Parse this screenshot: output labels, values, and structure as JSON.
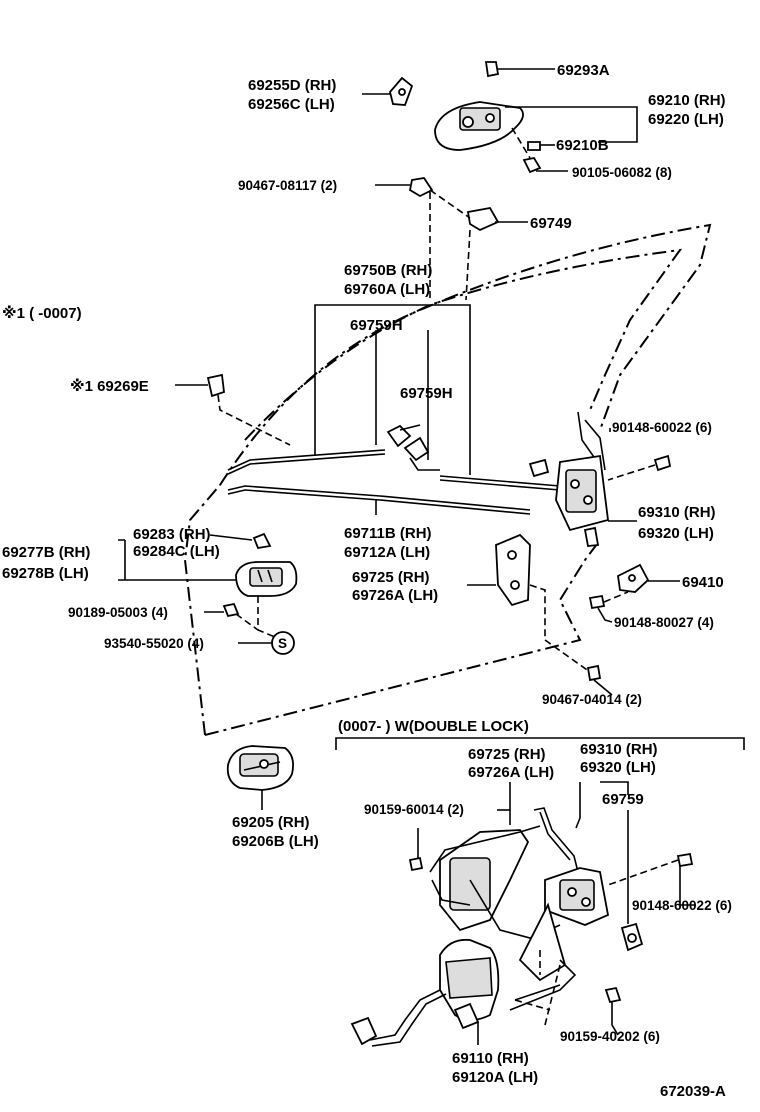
{
  "labels": {
    "p69293a": "69293A",
    "p69255d": "69255D (RH)",
    "p69256c": "69256C (LH)",
    "p69210": "69210 (RH)",
    "p69220": "69220 (LH)",
    "p69210b": "69210B",
    "p90105": "90105-06082 (8)",
    "p90467a": "90467-08117 (2)",
    "p69749": "69749",
    "p69750b": "69750B (RH)",
    "p69760a": "69760A (LH)",
    "note1": "※1 (   -0007)",
    "p69759h_a": "69759H",
    "p69759h_b": "69759H",
    "p69269e": "※1 69269E",
    "p90148a": "90148-60022 (6)",
    "p69310a": "69310 (RH)",
    "p69320a": "69320 (LH)",
    "p69283": "69283   (RH)",
    "p69284c": "69284C (LH)",
    "p69277b": "69277B (RH)",
    "p69278b": "69278B (LH)",
    "p69711b": "69711B (RH)",
    "p69712a": "69712A (LH)",
    "p69725a": "69725   (RH)",
    "p69726a_a": "69726A (LH)",
    "p69410": "69410",
    "p90189": "90189-05003 (4)",
    "p90148b": "90148-80027 (4)",
    "p93540": "93540-55020 (4)",
    "s_mark": "S",
    "p90467b": "90467-04014 (2)",
    "section": "(0007-    )  W(DOUBLE LOCK)",
    "p69725b": "69725   (RH)",
    "p69726a_b": "69726A (LH)",
    "p69310b": "69310 (RH)",
    "p69320b": "69320 (LH)",
    "p69759": "69759",
    "p90159a": "90159-60014 (2)",
    "p69205": "69205   (RH)",
    "p69206b": "69206B (LH)",
    "p90148c": "90148-60022 (6)",
    "p90159b": "90159-40202 (6)",
    "p69110": "69110   (RH)",
    "p69120a": "69120A (LH)",
    "drawing_no": "672039-A"
  }
}
